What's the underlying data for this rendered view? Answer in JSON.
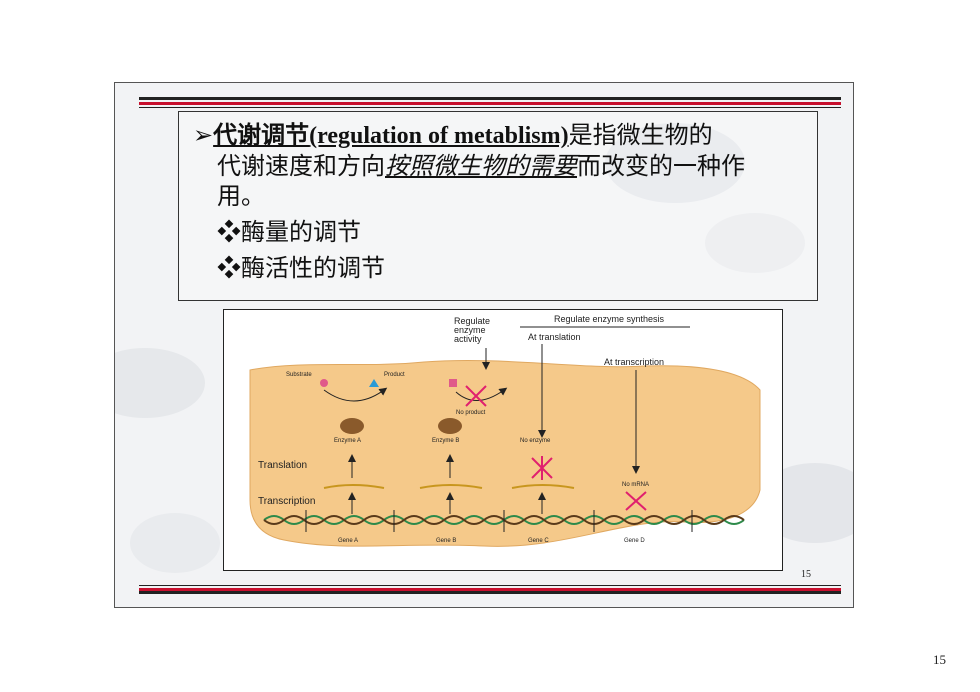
{
  "slide": {
    "text": {
      "line1_marker": "➢",
      "line1_term": "代谢调节",
      "line1_english": "(regulation of metablism)",
      "line1_rest": "是指微生物的",
      "line2_pre": "代谢速度和方向",
      "line2_emph": "按照微生物的需要",
      "line2_post": "而改变的一种作",
      "line3": "用。",
      "bullet_marker": "❖",
      "bullet1": "酶量的调节",
      "bullet2": "酶活性的调节"
    },
    "figure": {
      "regulate_activity_1": "Regulate",
      "regulate_activity_2": "enzyme",
      "regulate_activity_3": "activity",
      "regulate_synthesis": "Regulate enzyme synthesis",
      "at_translation": "At translation",
      "at_transcription": "At transcription",
      "substrate": "Substrate",
      "product": "Product",
      "no_product": "No product",
      "enzyme_a": "Enzyme A",
      "enzyme_b": "Enzyme B",
      "no_enzyme": "No enzyme",
      "translation": "Translation",
      "transcription": "Transcription",
      "no_mrna": "No mRNA",
      "gene_a": "Gene A",
      "gene_b": "Gene B",
      "gene_c": "Gene C",
      "gene_d": "Gene D"
    },
    "slide_number": "15"
  },
  "page_number": "15",
  "colors": {
    "accent_red": "#c8102e",
    "cell_fill": "#f5c98a",
    "enzyme_brown": "#8a5a2b"
  }
}
